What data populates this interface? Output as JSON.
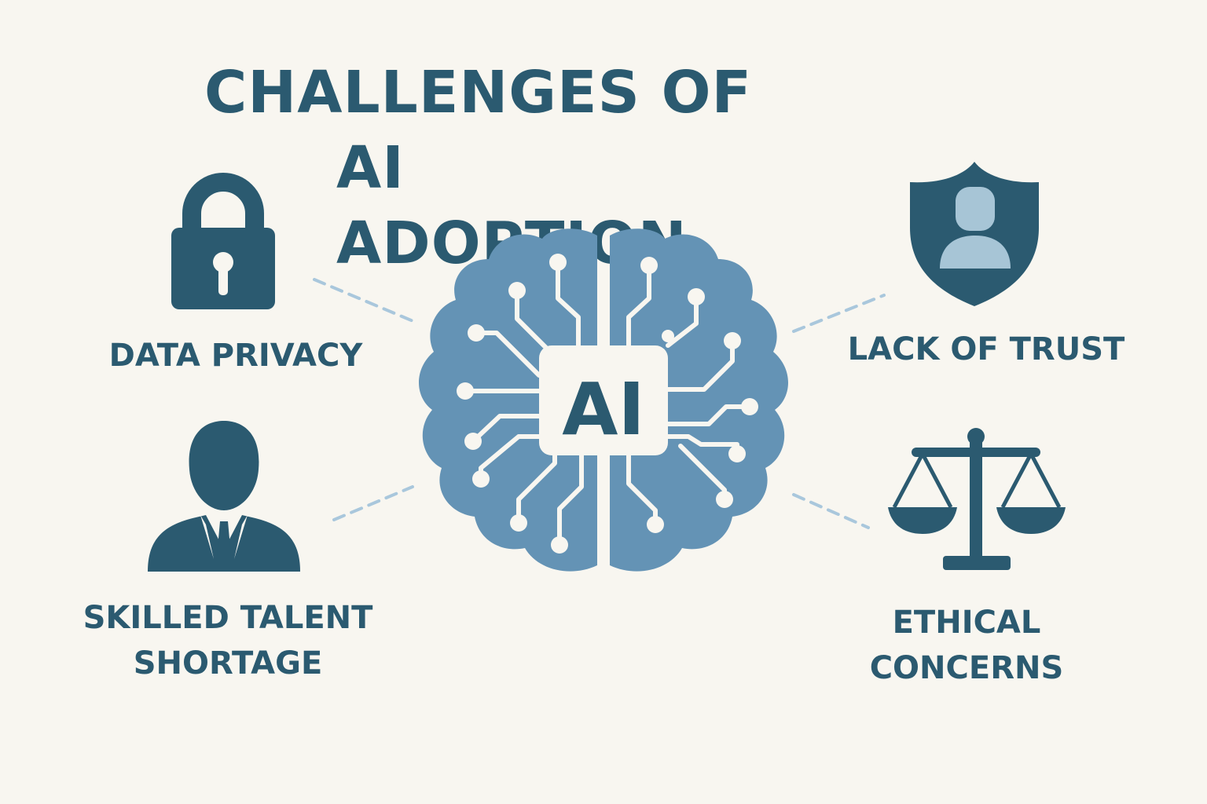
{
  "title": {
    "line1": "CHALLENGES OF",
    "line2": "AI ADOPTION"
  },
  "center": {
    "text": "AI",
    "icon": "brain-circuit-icon"
  },
  "challenges": [
    {
      "label": "DATA PRIVACY",
      "icon": "lock-icon"
    },
    {
      "label_line1": "SKILLED TALENT",
      "label_line2": "SHORTAGE",
      "icon": "businessman-icon"
    },
    {
      "label": "LACK OF TRUST",
      "icon": "shield-user-icon"
    },
    {
      "label_line1": "ETHICAL",
      "label_line2": "CONCERNS",
      "icon": "scales-icon"
    }
  ],
  "colors": {
    "background": "#f8f6f0",
    "primary": "#2b5a70",
    "brain": "#6493b5",
    "connector": "#a9c7dc",
    "shield_figure": "#a7c5d6"
  }
}
